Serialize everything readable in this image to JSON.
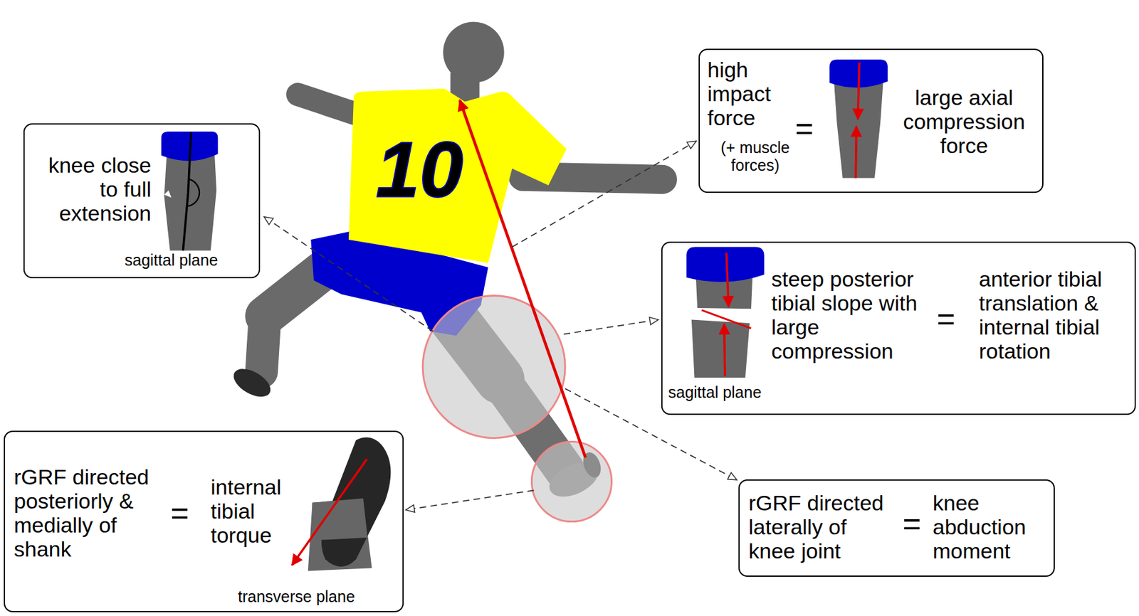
{
  "diagram": {
    "nodes": [
      {
        "text": [
          "knee close to full extension",
          "sagittal plane"
        ]
      },
      {
        "text": [
          "high impact force",
          "(+ muscle forces)",
          "=",
          "large axial compression force"
        ]
      },
      {
        "text": [
          "steep posterior tibial slope with large compression",
          "=",
          "anterior tibial translation & internal tibial rotation",
          "sagittal plane"
        ]
      },
      {
        "text": [
          "rGRF directed laterally of knee joint",
          "=",
          "knee abduction moment"
        ]
      },
      {
        "text": [
          "rGRF directed posteriorly & medially of shank",
          "=",
          "internal tibial torque",
          "transverse plane"
        ]
      }
    ],
    "labels": [
      "10"
    ]
  }
}
